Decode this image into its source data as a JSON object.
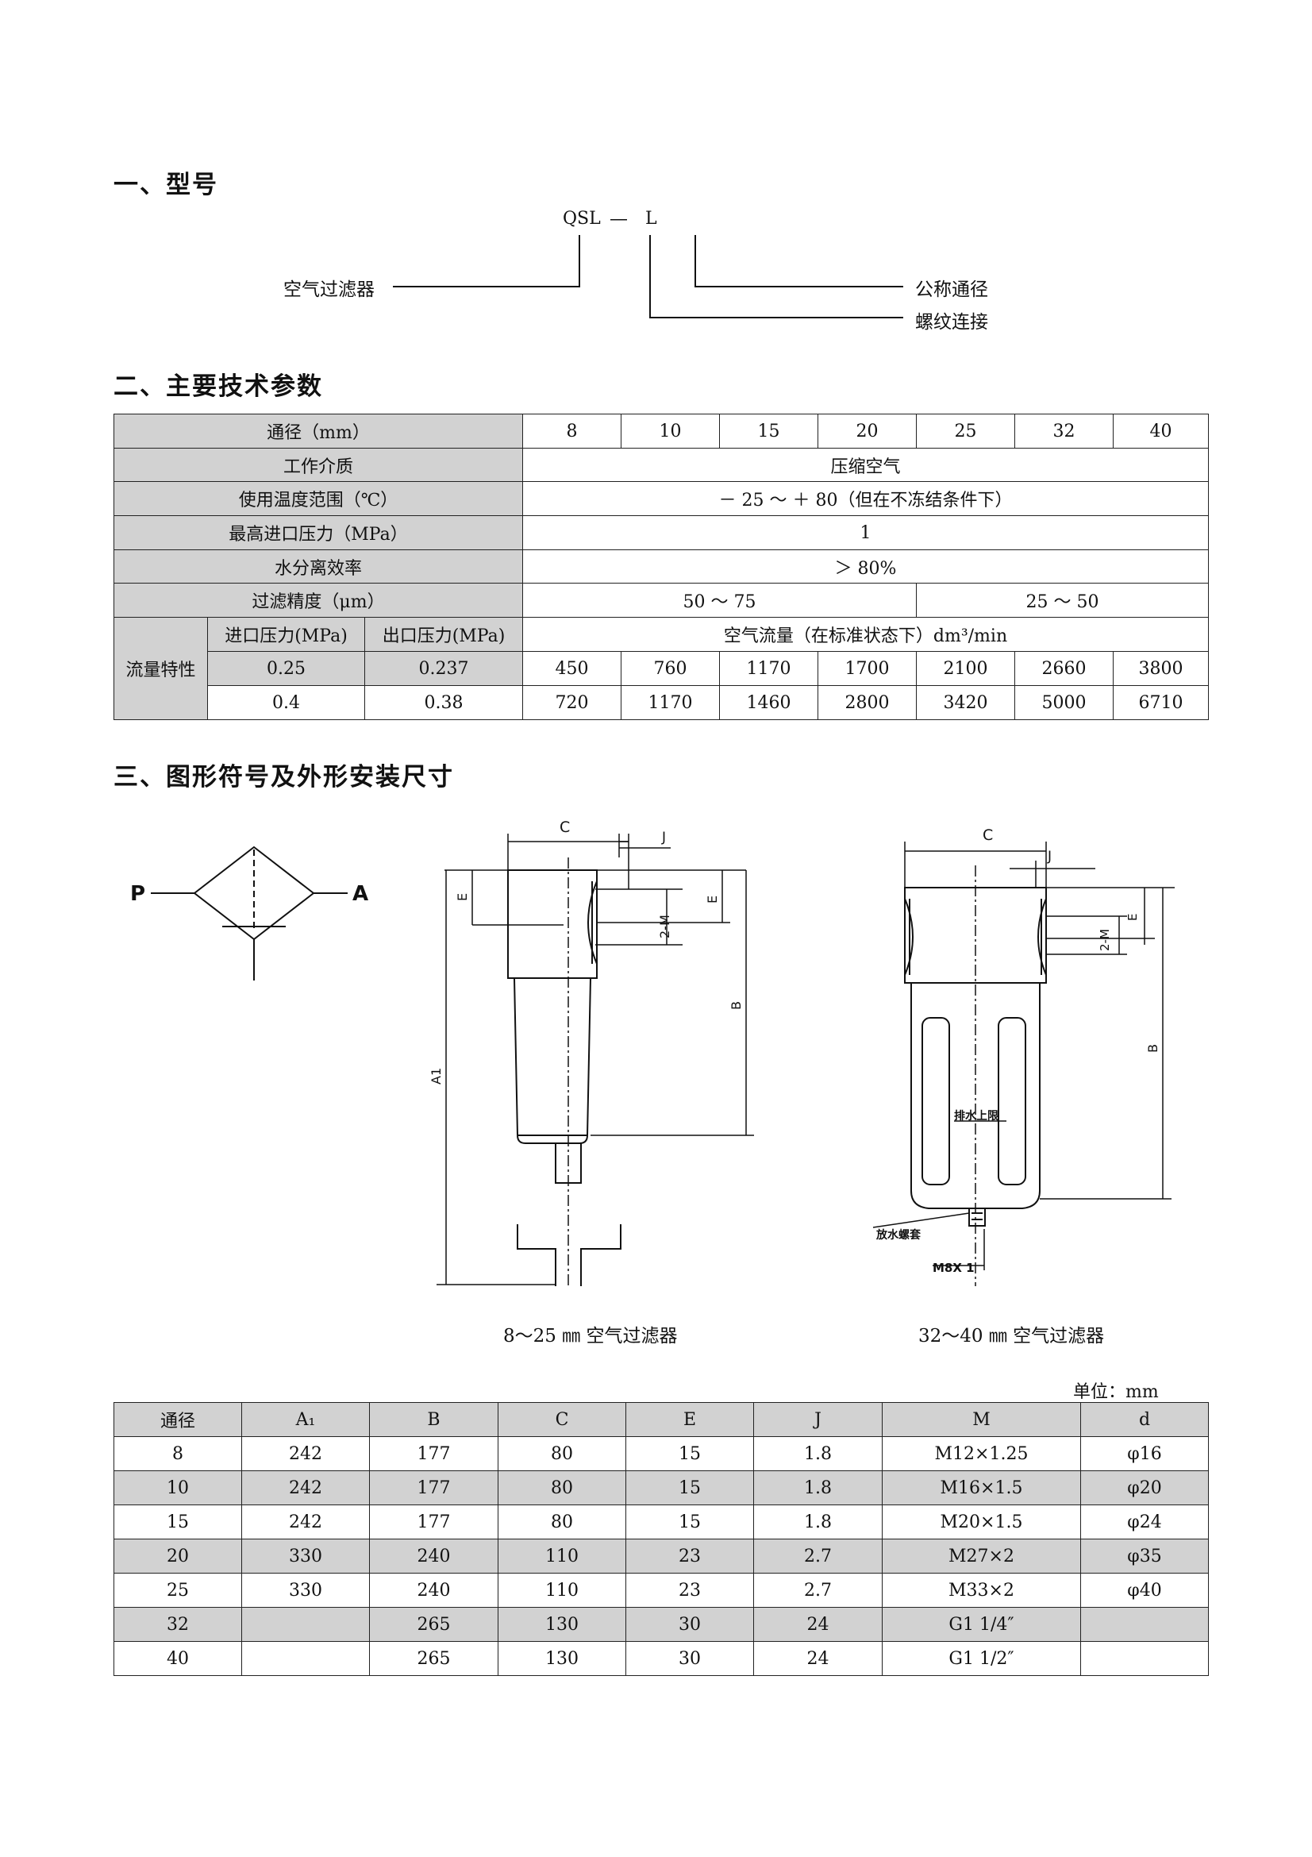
{
  "sections": {
    "s1": "一、型号",
    "s2": "二、主要技术参数",
    "s3": "三、图形符号及外形安装尺寸"
  },
  "model": {
    "code_a": "QSL",
    "dash": "—",
    "code_b": "L",
    "label_filter": "空气过滤器",
    "label_nominal": "公称通径",
    "label_thread": "螺纹连接"
  },
  "params": {
    "row_bore": {
      "label": "通径（mm）",
      "values": [
        "8",
        "10",
        "15",
        "20",
        "25",
        "32",
        "40"
      ]
    },
    "row_medium": {
      "label": "工作介质",
      "value": "压缩空气"
    },
    "row_temp": {
      "label": "使用温度范围（℃）",
      "value": "－ 25 ～ ＋ 80（但在不冻结条件下）"
    },
    "row_pmax": {
      "label": "最高进口压力（MPa）",
      "value": "1"
    },
    "row_eff": {
      "label": "水分离效率",
      "value": "＞ 80%"
    },
    "row_prec": {
      "label": "过滤精度（μm）",
      "value_a": "50 ～ 75",
      "value_b": "25 ～ 50"
    },
    "flow": {
      "label": "流量特性",
      "in_label": "进口压力(MPa)",
      "out_label": "出口压力(MPa)",
      "air_label": "空气流量（在标准状态下）dm³/min",
      "rows": [
        {
          "in": "0.25",
          "out": "0.237",
          "values": [
            "450",
            "760",
            "1170",
            "1700",
            "2100",
            "2660",
            "3800"
          ]
        },
        {
          "in": "0.4",
          "out": "0.38",
          "values": [
            "720",
            "1170",
            "1460",
            "2800",
            "3420",
            "5000",
            "6710"
          ]
        }
      ]
    }
  },
  "symbol": {
    "p": "P",
    "a": "A"
  },
  "drawing1": {
    "c": "C",
    "j": "J",
    "e1": "E",
    "e2": "E",
    "m": "2-M",
    "b": "B",
    "a1": "A1",
    "caption": "8～25 ㎜ 空气过滤器"
  },
  "drawing2": {
    "c": "C",
    "j": "J",
    "m": "2-M",
    "e": "E",
    "b": "B",
    "drain_limit": "排水上限",
    "drain_plug": "放水螺套",
    "thread": "M8X 1",
    "caption": "32～40 ㎜ 空气过滤器"
  },
  "dims": {
    "unit": "单位：mm",
    "headers": [
      "通径",
      "A₁",
      "B",
      "C",
      "E",
      "J",
      "M",
      "d"
    ],
    "rows": [
      [
        "8",
        "242",
        "177",
        "80",
        "15",
        "1.8",
        "M12×1.25",
        "φ16"
      ],
      [
        "10",
        "242",
        "177",
        "80",
        "15",
        "1.8",
        "M16×1.5",
        "φ20"
      ],
      [
        "15",
        "242",
        "177",
        "80",
        "15",
        "1.8",
        "M20×1.5",
        "φ24"
      ],
      [
        "20",
        "330",
        "240",
        "110",
        "23",
        "2.7",
        "M27×2",
        "φ35"
      ],
      [
        "25",
        "330",
        "240",
        "110",
        "23",
        "2.7",
        "M33×2",
        "φ40"
      ],
      [
        "32",
        "",
        "265",
        "130",
        "30",
        "24",
        "G1 1/4″",
        ""
      ],
      [
        "40",
        "",
        "265",
        "130",
        "30",
        "24",
        "G1 1/2″",
        ""
      ]
    ]
  }
}
